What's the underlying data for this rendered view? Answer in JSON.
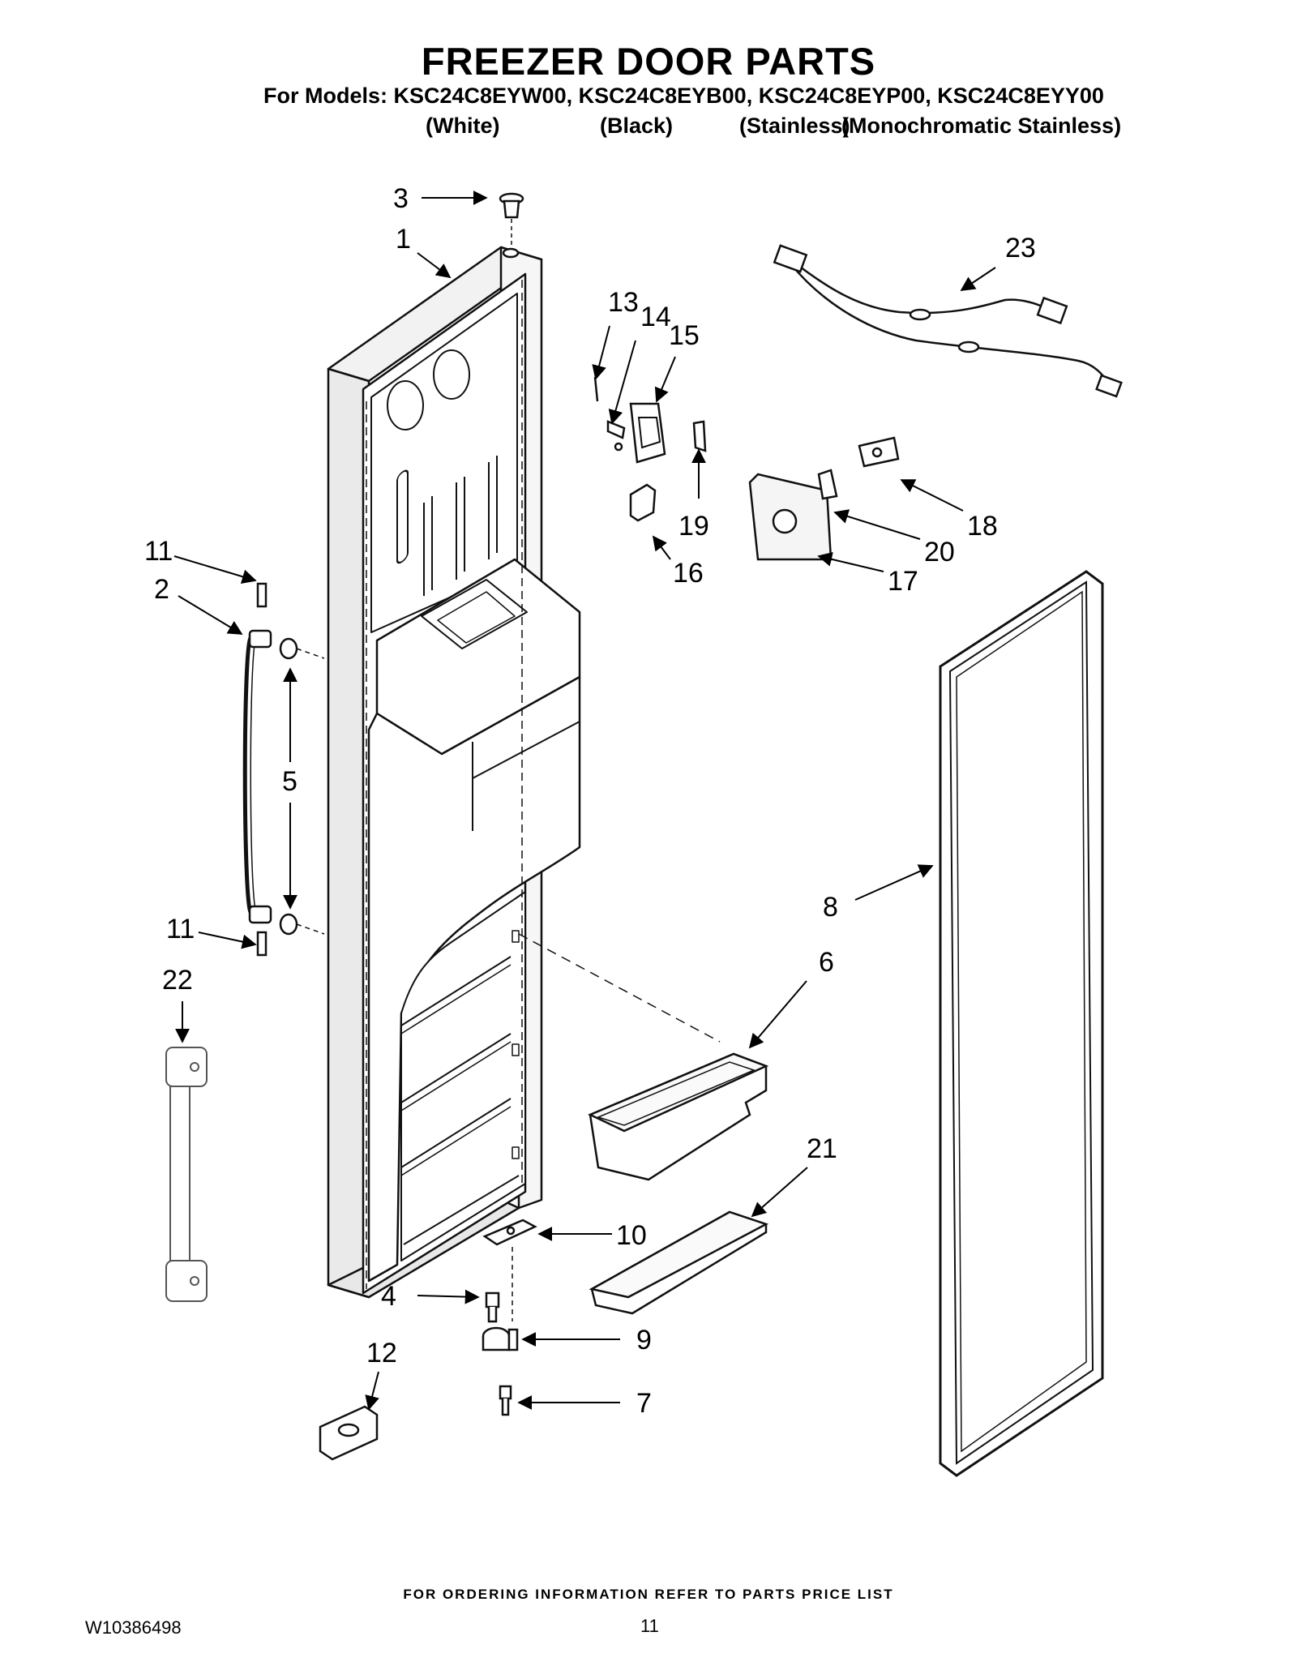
{
  "header": {
    "title": "FREEZER DOOR PARTS",
    "models_line": "For Models: KSC24C8EYW00, KSC24C8EYB00, KSC24C8EYP00, KSC24C8EYY00",
    "variants": [
      "(White)",
      "(Black)",
      "(Stainless)",
      "(Monochromatic Stainless)"
    ]
  },
  "callouts": [
    "3",
    "1",
    "23",
    "13",
    "14",
    "15",
    "19",
    "18",
    "16",
    "20",
    "17",
    "11",
    "2",
    "5",
    "11",
    "22",
    "8",
    "6",
    "21",
    "10",
    "4",
    "12",
    "9",
    "7"
  ],
  "footer": {
    "note": "FOR ORDERING INFORMATION REFER TO PARTS PRICE LIST",
    "doc_number": "W10386498",
    "page_number": "11"
  }
}
